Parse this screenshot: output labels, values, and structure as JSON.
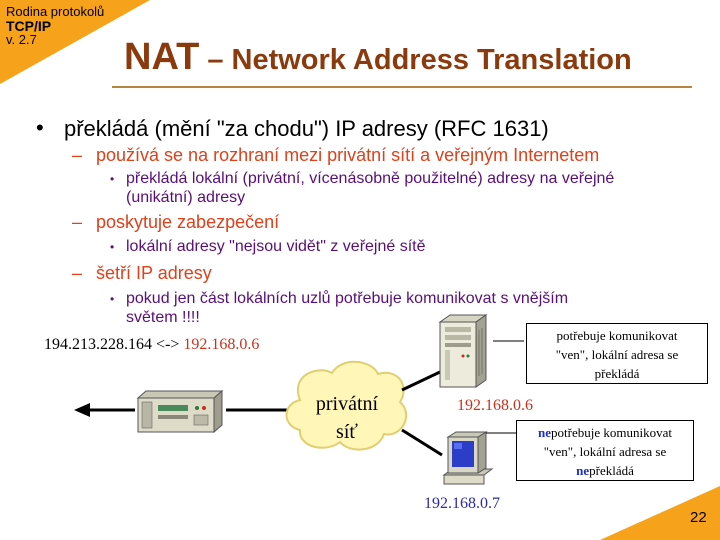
{
  "series": {
    "line1": "Rodina protokolů",
    "line2": "TCP/IP",
    "line3": "v. 2.7"
  },
  "title": {
    "main": "NAT",
    "rest": " – Network Address Translation"
  },
  "bullets": {
    "b1": "překládá (mění \"za chodu\")  IP adresy (RFC 1631)",
    "b1_1": "používá  se na rozhraní mezi privátní sítí a veřejným Internetem",
    "b1_1_1a": "překládá lokální (privátní, vícenásobně použitelné) adresy na veřejné",
    "b1_1_1b": "(unikátní) adresy",
    "b1_2": "poskytuje zabezpečení",
    "b1_2_1": "lokální adresy \"nejsou vidět\" z veřejné sítě",
    "b1_3": "šetří IP adresy",
    "b1_3_1a": "pokud jen část lokálních uzlů potřebuje komunikovat s vnějším",
    "b1_3_1b": "světem !!!!",
    "marker_l1": "•",
    "marker_l2": "–",
    "marker_l3": "•"
  },
  "diagram": {
    "mapping_public": "194.213.228.164 <-> ",
    "mapping_private": "192.168.0.6",
    "cloud_line1": "privátní",
    "cloud_line2": "síť",
    "server_ip": "192.168.0.6",
    "pc_ip": "192.168.0.7",
    "note_server": [
      "potřebuje  komunikovat",
      "\"ven\",  lokální  adresa se",
      "překládá"
    ],
    "note_pc_neg": "ne",
    "note_pc": [
      "potřebuje  komunikovat",
      "\"ven\",  lokální  adresa se",
      "překládá"
    ],
    "note_pc_neg2": "ne",
    "icons": [
      "router-icon",
      "server-tower-icon",
      "desktop-pc-icon",
      "cloud-icon",
      "arrow-left-icon"
    ]
  },
  "colors": {
    "accent_orange": "#F7A21B",
    "title": "#8B3A0E",
    "level2": "#E0401A",
    "level3": "#5A0E78",
    "ip_private": "#C8321E",
    "ip_blue": "#2A2AB0"
  },
  "page_number": "22"
}
